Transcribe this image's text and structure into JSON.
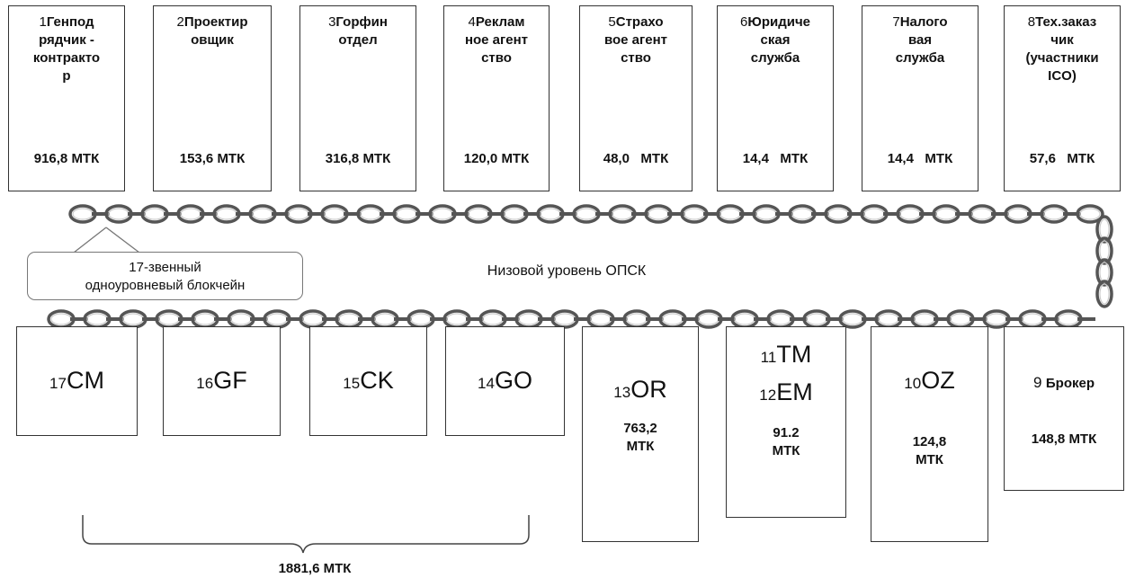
{
  "top_nodes": [
    {
      "num": "1",
      "title": "Генпод\nрядчик  -\nконтракто\nр",
      "value": "916,8 МТК"
    },
    {
      "num": "2",
      "title": "Проектир\nовщик",
      "value": "153,6 МТК"
    },
    {
      "num": "3",
      "title": "Горфин\nотдел",
      "value": "316,8 МТК"
    },
    {
      "num": "4",
      "title": "Реклам\nное агент\nство",
      "value": "120,0 МТК"
    },
    {
      "num": "5",
      "title": "Страхо\nвое агент\nство",
      "value": "48,0   МТК"
    },
    {
      "num": "6",
      "title": "Юридиче\nская\nслужба",
      "value": "14,4   МТК"
    },
    {
      "num": "7",
      "title": "Налого\nвая\nслужба",
      "value": "14,4   МТК"
    },
    {
      "num": "8",
      "title": "Тех.заказ\nчик\n(участники\nICO)",
      "value": "57,6   МТК"
    }
  ],
  "bottom_nodes": [
    {
      "id": "17",
      "code": "CM",
      "value": ""
    },
    {
      "id": "16",
      "code": "GF",
      "value": ""
    },
    {
      "id": "15",
      "code": "CK",
      "value": ""
    },
    {
      "id": "14",
      "code": "GO",
      "value": ""
    },
    {
      "id": "13",
      "code": "OR",
      "value": "763,2\nМТК"
    },
    {
      "id": "11",
      "code": "TM",
      "id2": "12",
      "code2": "EM",
      "value": "91.2\nМТК"
    },
    {
      "id": "10",
      "code": "OZ",
      "value": "124,8\nМТК"
    },
    {
      "id": "9",
      "code": "Брокер",
      "value": "148,8 МТК"
    }
  ],
  "callout": "17-звенный\nодноуровневый блокчейн",
  "level_label": "Низовой уровень ОПСК",
  "total": "1881,6 МТК"
}
